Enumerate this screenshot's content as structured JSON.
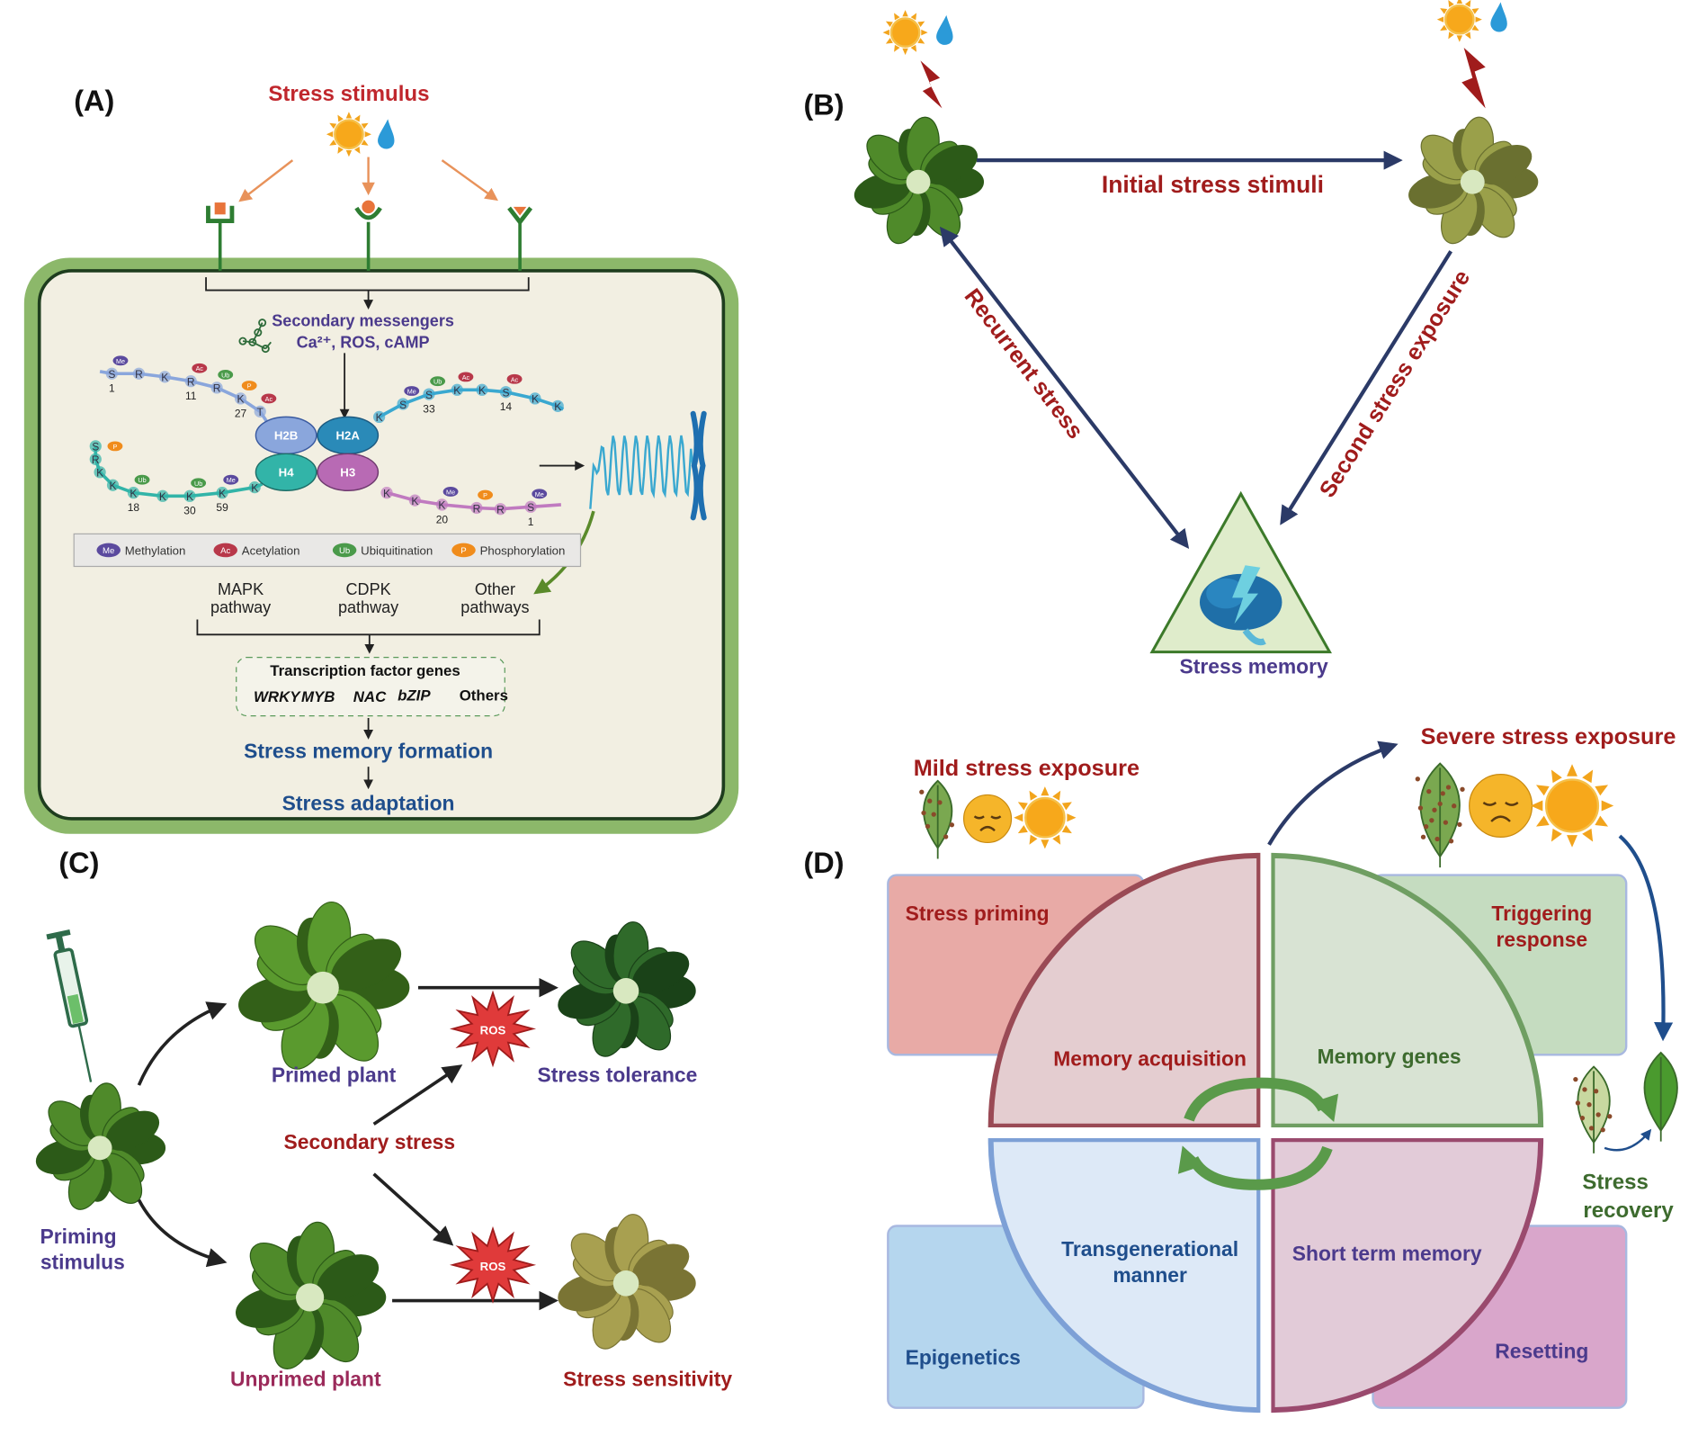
{
  "colors": {
    "dark_red": "#a01c1c",
    "purple": "#4b3a8c",
    "blue": "#1f4e8c",
    "navy": "#2b3a67",
    "green_text": "#3d6b2e",
    "cell_outer": "#8cb86a",
    "cell_inner": "#f2efe2",
    "me": "#5b4a9e",
    "ac": "#b8384a",
    "ub": "#4a9a4a",
    "p": "#f08c1c"
  },
  "panel_a": {
    "label": "(A)",
    "stimulus": "Stress stimulus",
    "messengers": "Secondary messengers",
    "messengers_ions": "Ca²⁺, ROS, cAMP",
    "histones": [
      "H2B",
      "H2A",
      "H4",
      "H3"
    ],
    "tails": [
      [
        {
          "l": "S",
          "n": "1",
          "m": "Me"
        },
        {
          "l": "R"
        },
        {
          "l": "K"
        },
        {
          "l": "R",
          "n": "11",
          "m": "Ac"
        },
        {
          "l": "R",
          "m": "Ub"
        },
        {
          "l": "K",
          "n": "27",
          "m": "P"
        },
        {
          "l": "T",
          "m": "Ac"
        }
      ],
      [
        {
          "l": "K"
        },
        {
          "l": "S",
          "m": "Me"
        },
        {
          "l": "S",
          "n": "33",
          "m": "Ub"
        },
        {
          "l": "K",
          "m": "Ac"
        },
        {
          "l": "K"
        },
        {
          "l": "S",
          "n": "14",
          "m": "Ac"
        },
        {
          "l": "K"
        },
        {
          "l": "K"
        }
      ],
      [
        {
          "l": "S",
          "m": "P"
        },
        {
          "l": "R"
        },
        {
          "l": "K"
        },
        {
          "l": "K"
        },
        {
          "l": "K",
          "n": "18",
          "m": "Ub"
        },
        {
          "l": "K"
        },
        {
          "l": "K",
          "n": "30",
          "m": "Ub"
        },
        {
          "l": "K",
          "n": "59",
          "m": "Me"
        },
        {
          "l": "K"
        }
      ],
      [
        {
          "l": "K"
        },
        {
          "l": "K"
        },
        {
          "l": "K",
          "n": "20",
          "m": "Me"
        },
        {
          "l": "R",
          "m": "P"
        },
        {
          "l": "R"
        },
        {
          "l": "S",
          "n": "1",
          "m": "Me"
        }
      ]
    ],
    "legend": [
      {
        "abbr": "Me",
        "label": "Methylation"
      },
      {
        "abbr": "Ac",
        "label": "Acetylation"
      },
      {
        "abbr": "Ub",
        "label": "Ubiquitination"
      },
      {
        "abbr": "P",
        "label": "Phosphorylation"
      }
    ],
    "pathways": [
      {
        "line1": "MAPK",
        "line2": "pathway"
      },
      {
        "line1": "CDPK",
        "line2": "pathway"
      },
      {
        "line1": "Other",
        "line2": "pathways"
      }
    ],
    "tf_title": "Transcription factor genes",
    "tf_genes": [
      "WRKY",
      "MYB",
      "NAC",
      "bZIP",
      "Others"
    ],
    "memory_formation": "Stress memory formation",
    "adaptation": "Stress adaptation"
  },
  "panel_b": {
    "label": "(B)",
    "initial": "Initial stress stimuli",
    "recurrent": "Recurrent stress",
    "second": "Second stress exposure",
    "memory": "Stress memory"
  },
  "panel_c": {
    "label": "(C)",
    "priming_stimulus": [
      "Priming",
      "stimulus"
    ],
    "primed_plant": "Primed plant",
    "unprimed_plant": "Unprimed plant",
    "secondary_stress": "Secondary stress",
    "ros": "ROS",
    "tolerance": "Stress tolerance",
    "sensitivity": "Stress sensitivity"
  },
  "panel_d": {
    "label": "(D)",
    "mild": "Mild stress exposure",
    "severe": "Severe  stress exposure",
    "boxes": {
      "priming": "Stress priming",
      "triggering": [
        "Triggering",
        "response"
      ],
      "epigenetics": "Epigenetics",
      "resetting": "Resetting"
    },
    "quadrants": {
      "acquisition": "Memory acquisition",
      "genes": "Memory genes",
      "transgenerational": [
        "Transgenerational",
        "manner"
      ],
      "short_term": "Short term memory"
    },
    "recovery": [
      "Stress",
      "recovery"
    ]
  }
}
